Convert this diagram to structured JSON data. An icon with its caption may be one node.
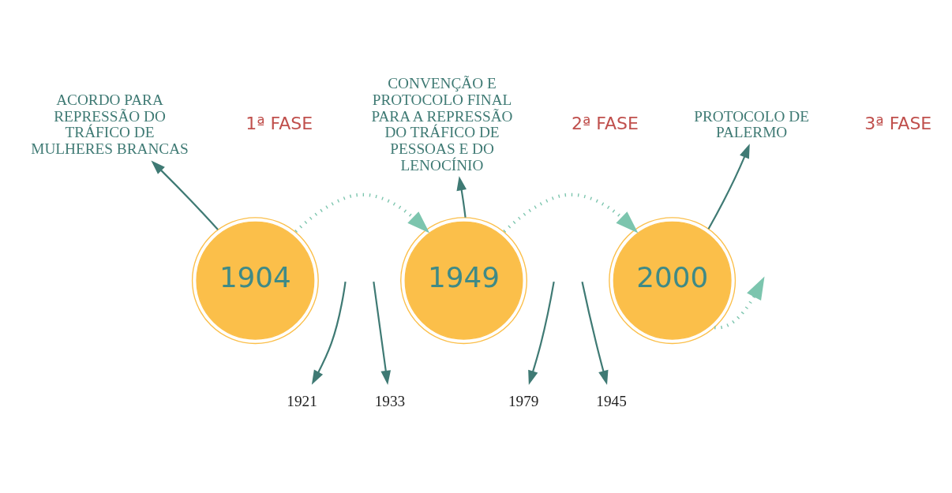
{
  "diagram": {
    "nodes": [
      {
        "text": [
          "ACORDO PARA REPRESSÃO DO TRÁFICO DE MULHERES BRANCAS"
        ]
      },
      {
        "text": [
          "1904"
        ]
      },
      {
        "text": [
          "CONVENÇÃO E PROTOCOLO FINAL PARA A REPRESSÃO DO TRÁFICO DE PESSOAS E DO LENOCÍNIO"
        ]
      },
      {
        "text": [
          "1949"
        ]
      },
      {
        "text": [
          "PROTOCOLO DE PALERMO"
        ]
      },
      {
        "text": [
          "2000"
        ]
      },
      {
        "text": [
          "1921"
        ]
      },
      {
        "text": [
          "1933"
        ]
      },
      {
        "text": [
          "1979"
        ]
      },
      {
        "text": [
          "1945"
        ]
      }
    ],
    "edges": [
      {
        "from": 1,
        "to": 0,
        "arrow": "to"
      },
      {
        "from": 3,
        "to": 2,
        "arrow": "to"
      },
      {
        "from": 5,
        "to": 4,
        "arrow": "to"
      },
      {
        "from": 1,
        "to": 3,
        "arrow": "to",
        "style": "dashed",
        "color": "#7cc5ae"
      },
      {
        "from": 3,
        "to": 5,
        "arrow": "to",
        "style": "dashed",
        "color": "#7cc5ae"
      },
      {
        "from": 5,
        "to": null,
        "arrow": "to",
        "style": "dashed",
        "color": "#7cc5ae"
      },
      {
        "from": null,
        "to": 6,
        "arrow": "to"
      },
      {
        "from": null,
        "to": 7,
        "arrow": "to"
      },
      {
        "from": null,
        "to": 8,
        "arrow": "to"
      },
      {
        "from": null,
        "to": 9,
        "arrow": "to"
      }
    ],
    "labels": [
      "1ª FASE",
      "2ª FASE",
      "3ª FASE"
    ]
  }
}
